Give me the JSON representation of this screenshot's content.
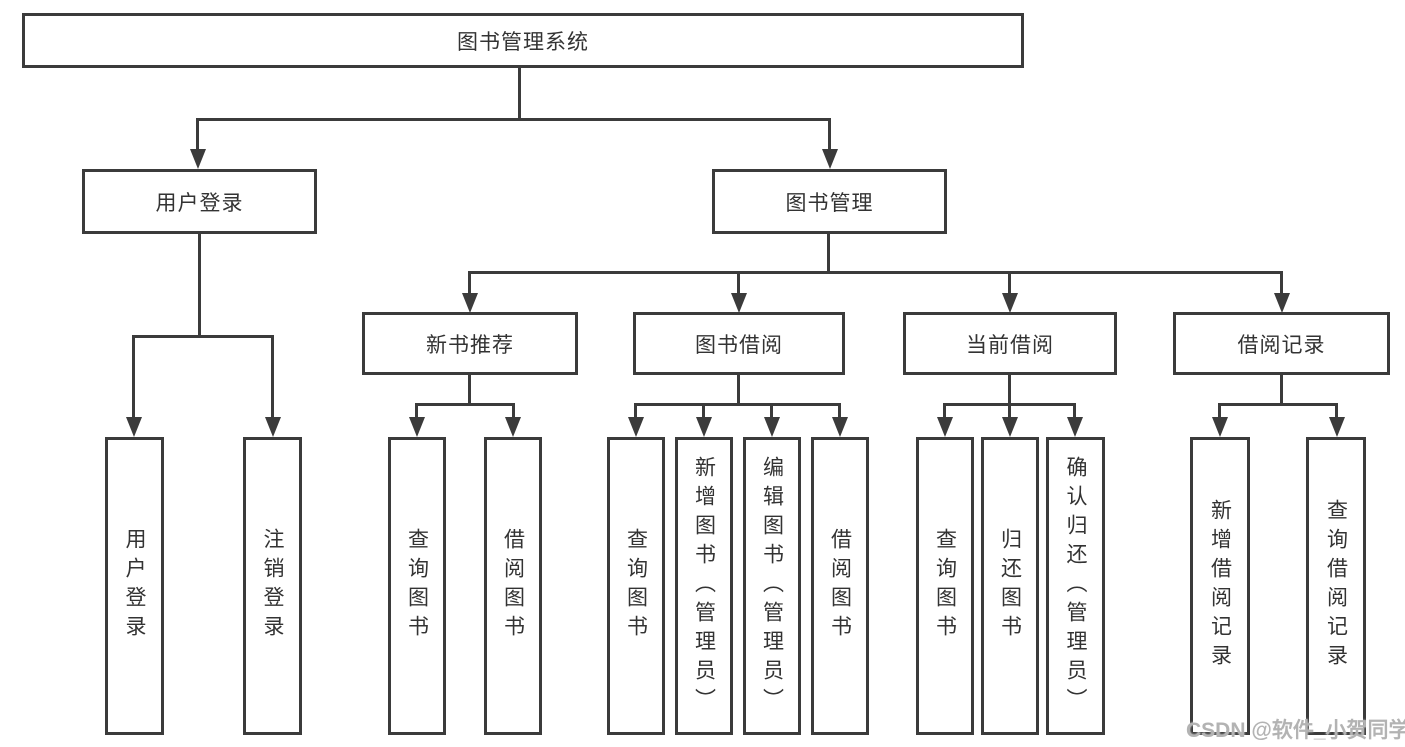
{
  "diagram_type": "hierarchy-diagram",
  "tree": {
    "label": "图书管理系统",
    "children": [
      {
        "label": "用户登录",
        "children": [
          {
            "label": "用户登录"
          },
          {
            "label": "注销登录"
          }
        ]
      },
      {
        "label": "图书管理",
        "children": [
          {
            "label": "新书推荐",
            "children": [
              {
                "label": "查询图书"
              },
              {
                "label": "借阅图书"
              }
            ]
          },
          {
            "label": "图书借阅",
            "children": [
              {
                "label": "查询图书"
              },
              {
                "label": "新增图书（管理员）"
              },
              {
                "label": "编辑图书（管理员）"
              },
              {
                "label": "借阅图书"
              }
            ]
          },
          {
            "label": "当前借阅",
            "children": [
              {
                "label": "查询图书"
              },
              {
                "label": "归还图书"
              },
              {
                "label": "确认归还（管理员）"
              }
            ]
          },
          {
            "label": "借阅记录",
            "children": [
              {
                "label": "新增借阅记录"
              },
              {
                "label": "查询借阅记录"
              }
            ]
          }
        ]
      }
    ]
  },
  "watermark": {
    "text": "CSDN @软件_小贺同学"
  },
  "colors": {
    "line": "#3b3b3b",
    "text": "#333333",
    "box_fill": "#ffffff",
    "background": "#ffffff",
    "watermark": "#b3b3b3"
  }
}
